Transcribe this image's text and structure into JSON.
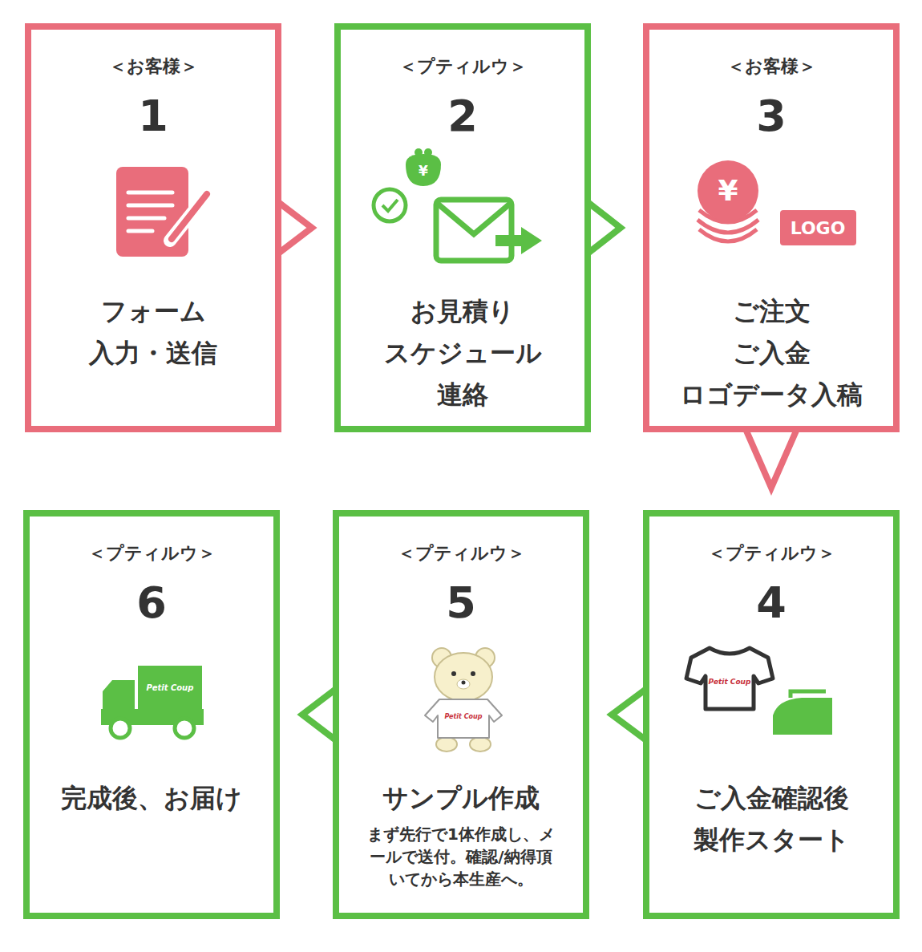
{
  "diagram": {
    "nodes": [
      {
        "text": [
          "＜お客様＞",
          "1",
          "フォーム 入力・送信"
        ]
      },
      {
        "text": [
          "＜プティルウ＞",
          "2",
          "お見積り スケジュール 連絡"
        ]
      },
      {
        "text": [
          "＜お客様＞",
          "3",
          "ご注文 ご入金 ロゴデータ入稿"
        ]
      },
      {
        "text": [
          "＜プティルウ＞",
          "4",
          "ご入金確認後 製作スタート"
        ]
      },
      {
        "text": [
          "＜プティルウ＞",
          "5",
          "サンプル作成",
          "まず先行で1体作成し、メールで送付。確認/納得頂いてから本生産へ。"
        ]
      },
      {
        "text": [
          "＜プティルウ＞",
          "6",
          "完成後、お届け"
        ]
      }
    ],
    "edges": [
      {
        "from": 0,
        "to": 1,
        "arrow": "to"
      },
      {
        "from": 1,
        "to": 2,
        "arrow": "to"
      },
      {
        "from": 2,
        "to": 3,
        "arrow": "to"
      },
      {
        "from": 3,
        "to": 4,
        "arrow": "to"
      },
      {
        "from": 4,
        "to": 5,
        "arrow": "to"
      }
    ],
    "labels": [
      "¥",
      "¥",
      "LOGO",
      "Petit Coup",
      "Petit Coup",
      "Petit Coup"
    ]
  }
}
